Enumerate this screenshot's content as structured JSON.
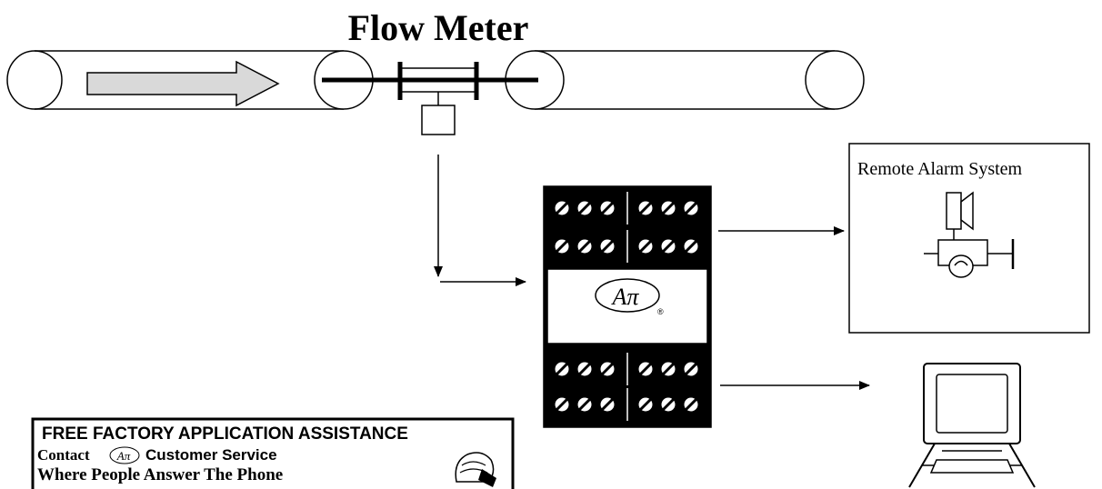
{
  "title": "Flow Meter",
  "alarm": {
    "label": "Remote Alarm System",
    "icon": "siren-icon"
  },
  "module": {
    "logo_text": "Aπ",
    "registered_mark": "®",
    "terminal_glyph": "⊘"
  },
  "computer": {
    "icon": "computer-icon"
  },
  "assistance": {
    "line1": "FREE FACTORY APPLICATION ASSISTANCE",
    "line2_prefix": "Contact",
    "logo_text": "Aπ",
    "line2_suffix": "Customer Service",
    "line3": "Where People Answer The Phone",
    "icon": "phone-person-icon"
  },
  "colors": {
    "line": "#000000",
    "arrow_fill": "#d9d9d9",
    "terminal_block": "#000000"
  }
}
